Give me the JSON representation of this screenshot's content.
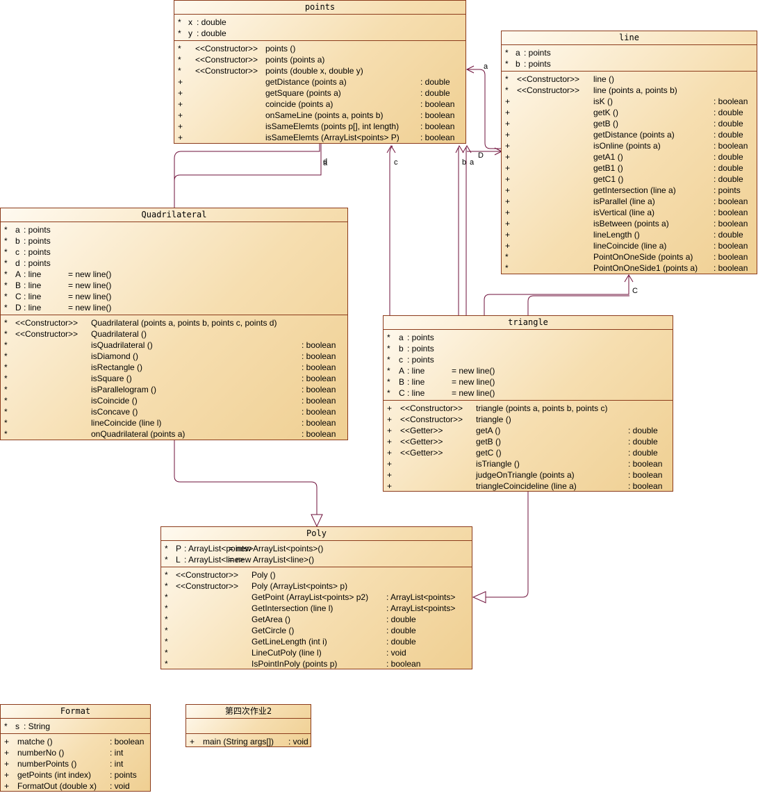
{
  "classes": [
    {
      "id": "points",
      "name": "points",
      "attributes": [
        {
          "vis": "*",
          "name": "x",
          "type": ": double",
          "init": ""
        },
        {
          "vis": "*",
          "name": "y",
          "type": ": double",
          "init": ""
        }
      ],
      "operations": [
        {
          "vis": "*",
          "stereo": "<<Constructor>>",
          "sig": "points ()",
          "ret": ""
        },
        {
          "vis": "*",
          "stereo": "<<Constructor>>",
          "sig": "points (points a)",
          "ret": ""
        },
        {
          "vis": "*",
          "stereo": "<<Constructor>>",
          "sig": "points (double x, double y)",
          "ret": ""
        },
        {
          "vis": "+",
          "stereo": "",
          "sig": "getDistance (points a)",
          "ret": ": double"
        },
        {
          "vis": "+",
          "stereo": "",
          "sig": "getSquare (points a)",
          "ret": ": double"
        },
        {
          "vis": "+",
          "stereo": "",
          "sig": "coincide (points a)",
          "ret": ": boolean"
        },
        {
          "vis": "+",
          "stereo": "",
          "sig": "onSameLine (points a, points b)",
          "ret": ": boolean"
        },
        {
          "vis": "+",
          "stereo": "",
          "sig": "isSameElemts (points p[], int length)",
          "ret": ": boolean"
        },
        {
          "vis": "+",
          "stereo": "",
          "sig": "isSameElemts (ArrayList<points> P)",
          "ret": ": boolean"
        }
      ]
    },
    {
      "id": "line",
      "name": "line",
      "attributes": [
        {
          "vis": "*",
          "name": "a",
          "type": ": points",
          "init": ""
        },
        {
          "vis": "*",
          "name": "b",
          "type": ": points",
          "init": ""
        }
      ],
      "operations": [
        {
          "vis": "*",
          "stereo": "<<Constructor>>",
          "sig": "line ()",
          "ret": ""
        },
        {
          "vis": "*",
          "stereo": "<<Constructor>>",
          "sig": "line (points a, points b)",
          "ret": ""
        },
        {
          "vis": "+",
          "stereo": "",
          "sig": "isK ()",
          "ret": ": boolean"
        },
        {
          "vis": "+",
          "stereo": "",
          "sig": "getK ()",
          "ret": ": double"
        },
        {
          "vis": "+",
          "stereo": "",
          "sig": "getB ()",
          "ret": ": double"
        },
        {
          "vis": "+",
          "stereo": "",
          "sig": "getDistance (points a)",
          "ret": ": double"
        },
        {
          "vis": "+",
          "stereo": "",
          "sig": "isOnline (points a)",
          "ret": ": boolean"
        },
        {
          "vis": "+",
          "stereo": "",
          "sig": "getA1 ()",
          "ret": ": double"
        },
        {
          "vis": "+",
          "stereo": "",
          "sig": "getB1 ()",
          "ret": ": double"
        },
        {
          "vis": "+",
          "stereo": "",
          "sig": "getC1 ()",
          "ret": ": double"
        },
        {
          "vis": "+",
          "stereo": "",
          "sig": "getIntersection (line a)",
          "ret": ": points"
        },
        {
          "vis": "+",
          "stereo": "",
          "sig": "isParallel (line a)",
          "ret": ": boolean"
        },
        {
          "vis": "+",
          "stereo": "",
          "sig": "isVertical (line a)",
          "ret": ": boolean"
        },
        {
          "vis": "+",
          "stereo": "",
          "sig": "isBetween (points a)",
          "ret": ": boolean"
        },
        {
          "vis": "+",
          "stereo": "",
          "sig": "lineLength ()",
          "ret": ": double"
        },
        {
          "vis": "+",
          "stereo": "",
          "sig": "lineCoincide (line a)",
          "ret": ": boolean"
        },
        {
          "vis": "*",
          "stereo": "",
          "sig": "PointOnOneSide (points a)",
          "ret": ": boolean"
        },
        {
          "vis": "*",
          "stereo": "",
          "sig": "PointOnOneSide1 (points a)",
          "ret": ": boolean"
        }
      ]
    },
    {
      "id": "quadrilateral",
      "name": "Quadrilateral",
      "attributes": [
        {
          "vis": "*",
          "name": "a",
          "type": ": points",
          "init": ""
        },
        {
          "vis": "*",
          "name": "b",
          "type": ": points",
          "init": ""
        },
        {
          "vis": "*",
          "name": "c",
          "type": ": points",
          "init": ""
        },
        {
          "vis": "*",
          "name": "d",
          "type": ": points",
          "init": ""
        },
        {
          "vis": "*",
          "name": "A",
          "type": ": line",
          "init": "= new line()"
        },
        {
          "vis": "*",
          "name": "B",
          "type": ": line",
          "init": "= new line()"
        },
        {
          "vis": "*",
          "name": "C",
          "type": ": line",
          "init": "= new line()"
        },
        {
          "vis": "*",
          "name": "D",
          "type": ": line",
          "init": "= new line()"
        }
      ],
      "operations": [
        {
          "vis": "*",
          "stereo": "<<Constructor>>",
          "sig": "Quadrilateral (points a, points b, points c, points d)",
          "ret": ""
        },
        {
          "vis": "*",
          "stereo": "<<Constructor>>",
          "sig": "Quadrilateral ()",
          "ret": ""
        },
        {
          "vis": "*",
          "stereo": "",
          "sig": "isQuadrilateral ()",
          "ret": ": boolean"
        },
        {
          "vis": "*",
          "stereo": "",
          "sig": "isDiamond ()",
          "ret": ": boolean"
        },
        {
          "vis": "*",
          "stereo": "",
          "sig": "isRectangle ()",
          "ret": ": boolean"
        },
        {
          "vis": "*",
          "stereo": "",
          "sig": "isSquare ()",
          "ret": ": boolean"
        },
        {
          "vis": "*",
          "stereo": "",
          "sig": "isParallelogram ()",
          "ret": ": boolean"
        },
        {
          "vis": "*",
          "stereo": "",
          "sig": "isCoincide ()",
          "ret": ": boolean"
        },
        {
          "vis": "*",
          "stereo": "",
          "sig": "isConcave ()",
          "ret": ": boolean"
        },
        {
          "vis": "*",
          "stereo": "",
          "sig": "lineCoincide (line l)",
          "ret": ": boolean"
        },
        {
          "vis": "*",
          "stereo": "",
          "sig": "onQuadrilateral (points a)",
          "ret": ": boolean"
        }
      ]
    },
    {
      "id": "triangle",
      "name": "triangle",
      "attributes": [
        {
          "vis": "*",
          "name": "a",
          "type": ": points",
          "init": ""
        },
        {
          "vis": "*",
          "name": "b",
          "type": ": points",
          "init": ""
        },
        {
          "vis": "*",
          "name": "c",
          "type": ": points",
          "init": ""
        },
        {
          "vis": "*",
          "name": "A",
          "type": ": line",
          "init": "= new line()"
        },
        {
          "vis": "*",
          "name": "B",
          "type": ": line",
          "init": "= new line()"
        },
        {
          "vis": "*",
          "name": "C",
          "type": ": line",
          "init": "= new line()"
        }
      ],
      "operations": [
        {
          "vis": "+",
          "stereo": "<<Constructor>>",
          "sig": "triangle (points a, points b, points c)",
          "ret": ""
        },
        {
          "vis": "+",
          "stereo": "<<Constructor>>",
          "sig": "triangle ()",
          "ret": ""
        },
        {
          "vis": "+",
          "stereo": "<<Getter>>",
          "sig": "getA ()",
          "ret": ": double"
        },
        {
          "vis": "+",
          "stereo": "<<Getter>>",
          "sig": "getB ()",
          "ret": ": double"
        },
        {
          "vis": "+",
          "stereo": "<<Getter>>",
          "sig": "getC ()",
          "ret": ": double"
        },
        {
          "vis": "+",
          "stereo": "",
          "sig": "isTriangle ()",
          "ret": ": boolean"
        },
        {
          "vis": "+",
          "stereo": "",
          "sig": "judgeOnTriangle (points a)",
          "ret": ": boolean"
        },
        {
          "vis": "+",
          "stereo": "",
          "sig": "triangleCoincideline (line a)",
          "ret": ": boolean"
        }
      ]
    },
    {
      "id": "poly",
      "name": "Poly",
      "attributes": [
        {
          "vis": "*",
          "name": "P",
          "type": ": ArrayList<points>",
          "init": "= new ArrayList<points>()"
        },
        {
          "vis": "*",
          "name": "L",
          "type": ": ArrayList<line>",
          "init": "= new ArrayList<line>()"
        }
      ],
      "operations": [
        {
          "vis": "*",
          "stereo": "<<Constructor>>",
          "sig": "Poly ()",
          "ret": ""
        },
        {
          "vis": "*",
          "stereo": "<<Constructor>>",
          "sig": "Poly (ArrayList<points> p)",
          "ret": ""
        },
        {
          "vis": "*",
          "stereo": "",
          "sig": "GetPoint (ArrayList<points> p2)",
          "ret": ": ArrayList<points>"
        },
        {
          "vis": "*",
          "stereo": "",
          "sig": "GetIntersection (line l)",
          "ret": ": ArrayList<points>"
        },
        {
          "vis": "*",
          "stereo": "",
          "sig": "GetArea ()",
          "ret": ": double"
        },
        {
          "vis": "*",
          "stereo": "",
          "sig": "GetCircle ()",
          "ret": ": double"
        },
        {
          "vis": "*",
          "stereo": "",
          "sig": "GetLineLength (int i)",
          "ret": ": double"
        },
        {
          "vis": "*",
          "stereo": "",
          "sig": "LineCutPoly (line l)",
          "ret": ": void"
        },
        {
          "vis": "*",
          "stereo": "",
          "sig": "IsPointInPoly (points p)",
          "ret": ": boolean"
        }
      ]
    },
    {
      "id": "format",
      "name": "Format",
      "attributes": [
        {
          "vis": "*",
          "name": "s",
          "type": ": String",
          "init": ""
        }
      ],
      "operations": [
        {
          "vis": "+",
          "stereo": "",
          "sig": "matche ()",
          "ret": ": boolean"
        },
        {
          "vis": "+",
          "stereo": "",
          "sig": "numberNo ()",
          "ret": ": int"
        },
        {
          "vis": "+",
          "stereo": "",
          "sig": "numberPoints ()",
          "ret": ": int"
        },
        {
          "vis": "+",
          "stereo": "",
          "sig": "getPoints (int index)",
          "ret": ": points"
        },
        {
          "vis": "+",
          "stereo": "",
          "sig": "FormatOut (double x)",
          "ret": ": void"
        }
      ]
    },
    {
      "id": "main",
      "name": "第四次作业2",
      "attributes": [],
      "operations": [
        {
          "vis": "+",
          "stereo": "",
          "sig": "main (String args[])",
          "ret": ": void"
        }
      ]
    }
  ],
  "multiplicities": [
    {
      "id": "line-to-points-a",
      "text": "a"
    },
    {
      "id": "quad-to-points",
      "text": "d"
    },
    {
      "id": "quad-to-points-2",
      "text": "a"
    },
    {
      "id": "tri-to-points-c",
      "text": "c"
    },
    {
      "id": "tri-to-points-b",
      "text": "b"
    },
    {
      "id": "tri-to-points-a",
      "text": "a"
    },
    {
      "id": "quad-to-line",
      "text": "D"
    },
    {
      "id": "tri-to-line",
      "text": "C"
    }
  ],
  "colors": {
    "border": "#8b3a1a",
    "fill_light": "#fffaf0",
    "fill_dark": "#efcf92",
    "relation": "#6e0f3a"
  }
}
